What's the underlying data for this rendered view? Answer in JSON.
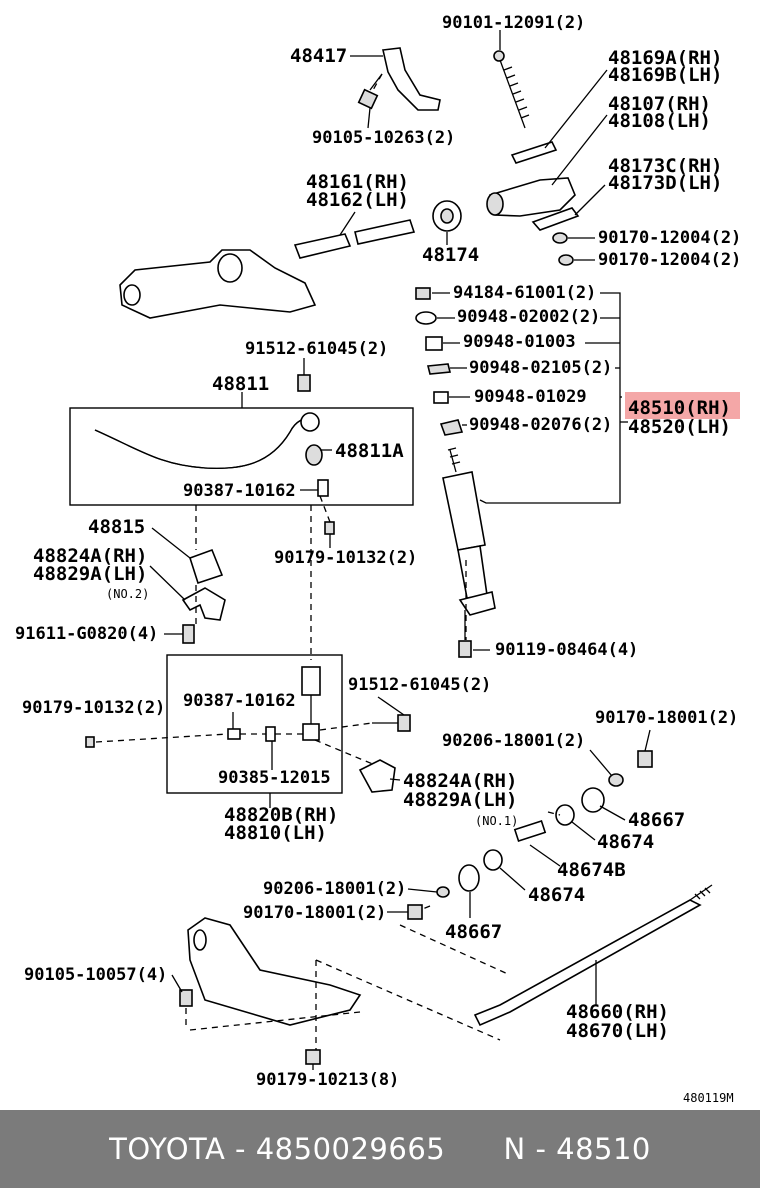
{
  "labels": {
    "p48417": "48417",
    "p90101": "90101-12091(2)",
    "p48169a": "48169A(RH)",
    "p48169b": "48169B(LH)",
    "p48107": "48107(RH)",
    "p48108": "48108(LH)",
    "p90105a": "90105-10263(2)",
    "p48173c": "48173C(RH)",
    "p48173d": "48173D(LH)",
    "p48161": "48161(RH)",
    "p48162": "48162(LH)",
    "p48174": "48174",
    "p90170a": "90170-12004(2)",
    "p90170b": "90170-12004(2)",
    "p94184": "94184-61001(2)",
    "p90948a": "90948-02002(2)",
    "p90948b": "90948-01003",
    "p90948c": "90948-02105(2)",
    "p90948d": "90948-01029",
    "p90948e": "90948-02076(2)",
    "p48510": "48510(RH)",
    "p48520": "48520(LH)",
    "p91512a": "91512-61045(2)",
    "p48811": "48811",
    "p48811a": "48811A",
    "p90387a": "90387-10162",
    "p48815": "48815",
    "p48824a": "48824A(RH)",
    "p48829a": "48829A(LH)",
    "no2": "(NO.2)",
    "p90179a": "90179-10132(2)",
    "p91611": "91611-G0820(4)",
    "p90119": "90119-08464(4)",
    "p90179b": "90179-10132(2)",
    "p90387b": "90387-10162",
    "p91512b": "91512-61045(2)",
    "p90385": "90385-12015",
    "p48824b": "48824A(RH)",
    "p48829b": "48829A(LH)",
    "no1": "(NO.1)",
    "p48820b": "48820B(RH)",
    "p48810": "48810(LH)",
    "p90170c": "90170-18001(2)",
    "p90206a": "90206-18001(2)",
    "p48667a": "48667",
    "p48674a": "48674",
    "p48674b": "48674B",
    "p48674c": "48674",
    "p90206b": "90206-18001(2)",
    "p90170d": "90170-18001(2)",
    "p48667b": "48667",
    "p90105b": "90105-10057(4)",
    "p48660": "48660(RH)",
    "p48670": "48670(LH)",
    "p90179c": "90179-10213(8)",
    "diagram_code": "480119M"
  },
  "highlight_color": "#f08a8a",
  "footer": {
    "text": "TOYOTA - 4850029665      N - 48510"
  }
}
